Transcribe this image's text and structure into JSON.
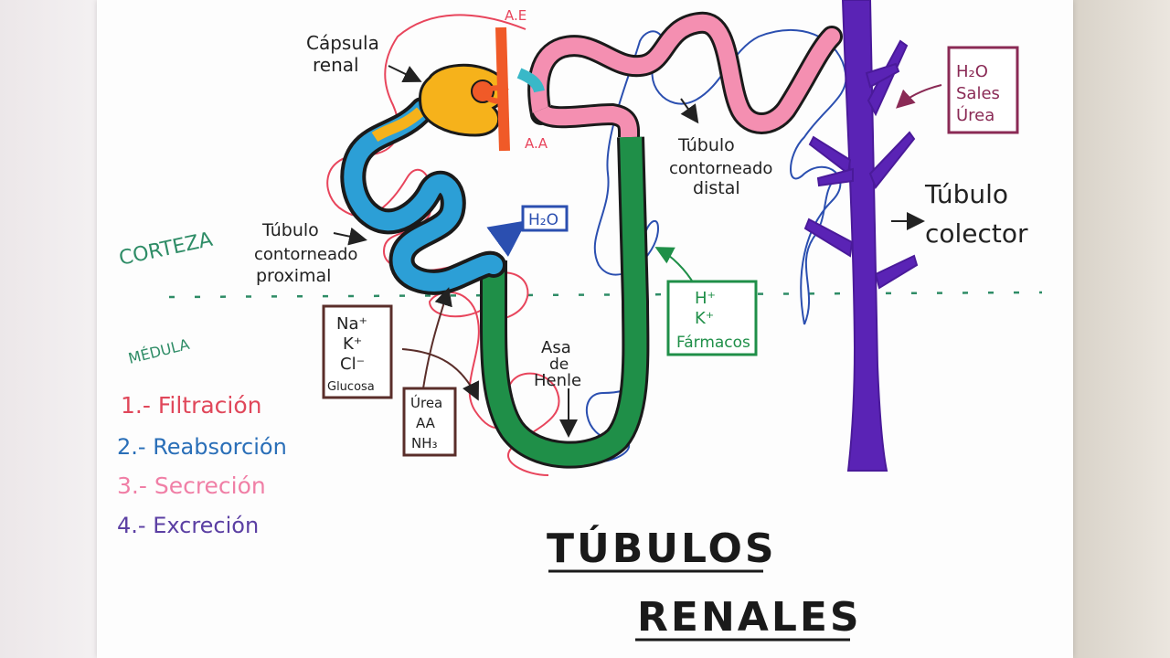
{
  "labels": {
    "capsula_renal": [
      "Cápsula",
      "renal"
    ],
    "ae": "A.E",
    "aa": "A.A",
    "tcp": [
      "Túbulo",
      "contorneado",
      "proximal"
    ],
    "tcd": [
      "Túbulo",
      "contorneado",
      "distal"
    ],
    "asa": [
      "Asa",
      "de",
      "Henle"
    ],
    "colector": [
      "Túbulo",
      "colector"
    ],
    "corteza": "CORTEZA",
    "medula": "MÉDULA"
  },
  "boxes": {
    "h2o": "H₂O",
    "iones": [
      "Na⁺",
      "K⁺",
      "Cl⁻",
      "Glucosa"
    ],
    "urea": [
      "Úrea",
      "AA",
      "NH₃"
    ],
    "secrecion": [
      "H⁺",
      "K⁺",
      "Fármacos"
    ],
    "excrecion": [
      "H₂O",
      "Sales",
      "Úrea"
    ]
  },
  "legend": [
    {
      "text": "1.- Filtración",
      "color": "#e0475a"
    },
    {
      "text": "2.- Reabsorción",
      "color": "#2a6fb8"
    },
    {
      "text": "3.- Secreción",
      "color": "#f07fa6"
    },
    {
      "text": "4.- Excreción",
      "color": "#5b3fa3"
    }
  ],
  "title": [
    "TÚBULOS",
    "RENALES"
  ],
  "colors": {
    "capsule": "#f6b21b",
    "arteriole": "#f05a28",
    "proximal": "#2c9fd6",
    "henle": "#1f8f48",
    "distal": "#f48fb1",
    "collector": "#5a23b5",
    "filtration_line": "#e8455c",
    "blue_line": "#2b4fb0"
  }
}
